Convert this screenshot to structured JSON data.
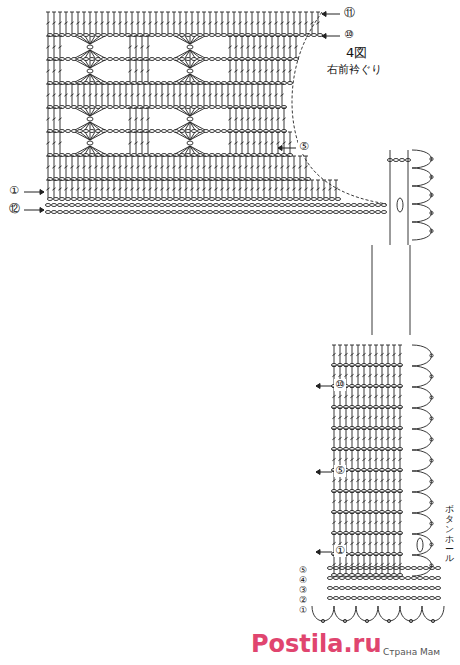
{
  "diagram": {
    "labels": [
      "4図",
      "右前衿ぐり",
      "⑪",
      "⑩",
      "⑤",
      "①",
      "⑫",
      "⑩",
      "⑤",
      "①",
      "⑤",
      "④",
      "③",
      "②",
      "①",
      "ボタンホール",
      "Страна Мам",
      "Postila.ru"
    ]
  }
}
